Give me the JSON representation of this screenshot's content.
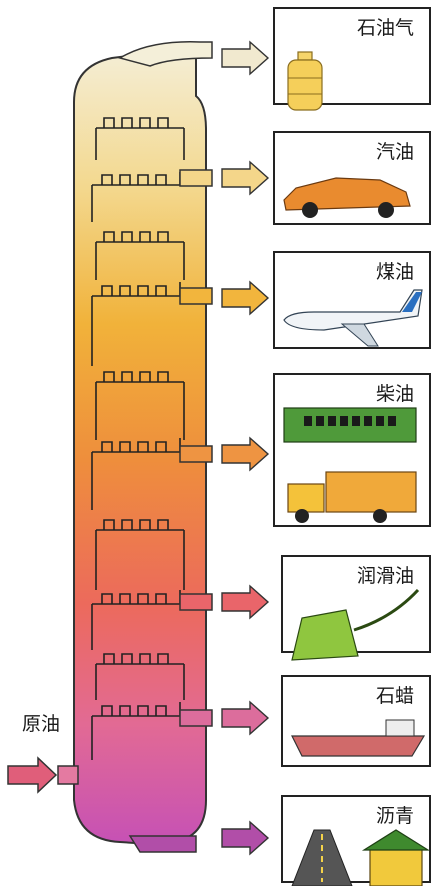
{
  "feed": {
    "label": "原油"
  },
  "products": [
    {
      "label": "石油气",
      "icon": "gas-cylinder-icon",
      "color": "#f1e9cf"
    },
    {
      "label": "汽油",
      "icon": "car-icon",
      "color": "#f4d68a"
    },
    {
      "label": "煤油",
      "icon": "airplane-icon",
      "color": "#f2b53d"
    },
    {
      "label": "柴油",
      "icon": "train-and-truck-icon",
      "color": "#ee9442"
    },
    {
      "label": "润滑油",
      "icon": "oil-can-icon",
      "color": "#e9656a"
    },
    {
      "label": "石蜡",
      "icon": "ship-icon",
      "color": "#dc6d9c"
    },
    {
      "label": "沥青",
      "icon": "road-and-house-icon",
      "color": "#b14ea8"
    }
  ],
  "column": {
    "gradient_colors": [
      "#f4efd9",
      "#f3d88e",
      "#f1b23a",
      "#ee8e3c",
      "#ec6a5c",
      "#e26a94",
      "#c651b5"
    ]
  }
}
